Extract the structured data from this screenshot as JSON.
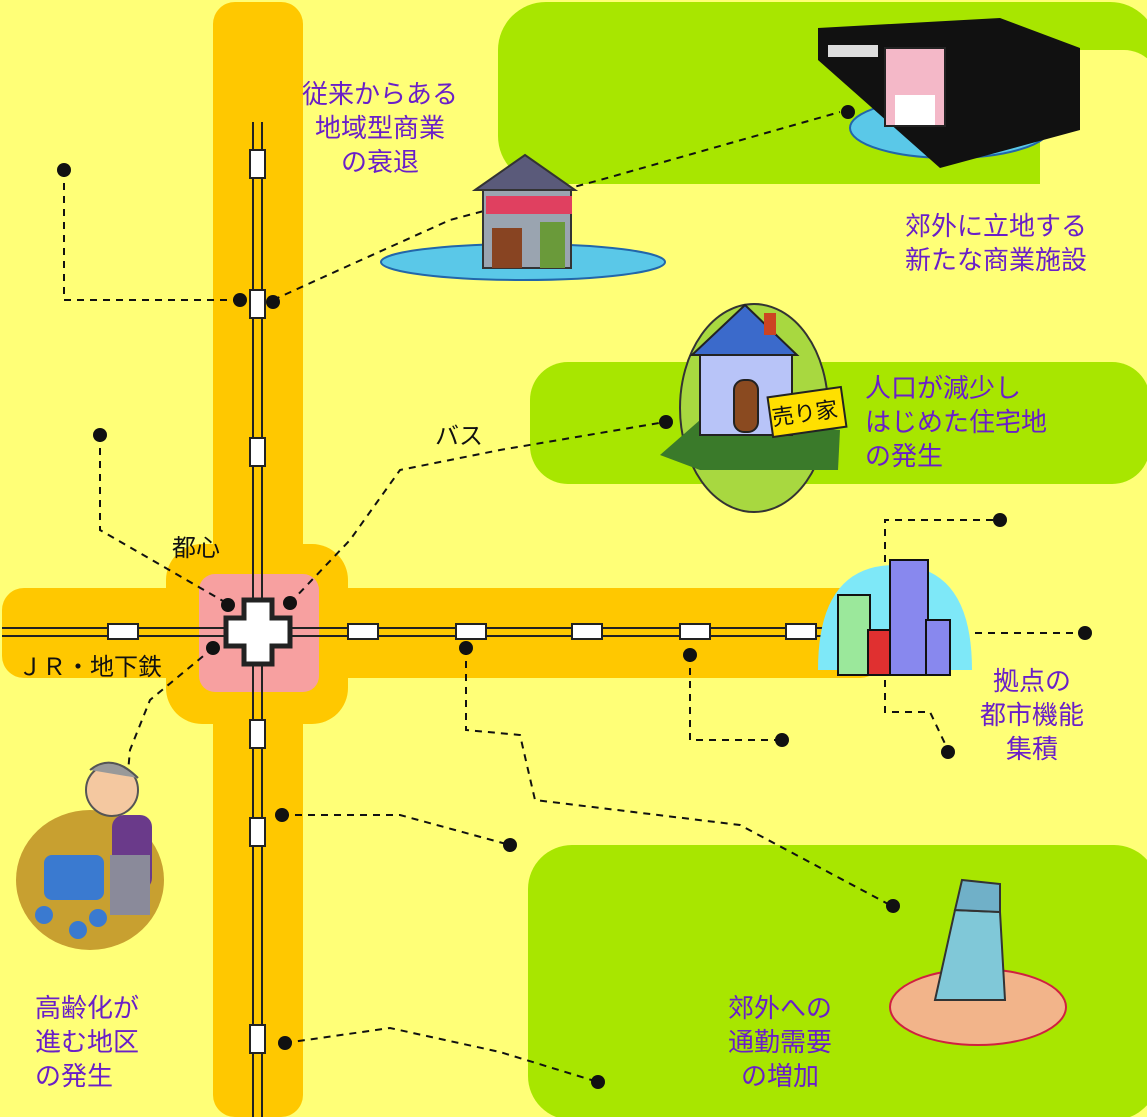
{
  "labels": {
    "decline_old": "従来からある\n地域型商業\nの衰退",
    "suburban_commerce": "郊外に立地する\n新たな商業施設",
    "population_decline": "人口が減少し\nはじめた住宅地\nの発生",
    "hub_functions": "拠点の\n都市機能\n集積",
    "aging": "高齢化が\n進む地区\nの発生",
    "commute": "郊外への\n通勤需要\nの増加",
    "bus": "バス",
    "downtown": "都心",
    "rail": "ＪＲ・地下鉄",
    "for_sale_sign": "売り家"
  },
  "colors": {
    "background": "#ffff77",
    "suburb_zone": "#a8e600",
    "road": "#ffc800",
    "downtown": "#f7a0a0",
    "label_purple": "#6a1fc8"
  },
  "icons": [
    "shop-icon",
    "shopping-mall-icon",
    "house-for-sale-icon",
    "city-buildings-icon",
    "office-tower-icon",
    "elderly-person-icon"
  ]
}
